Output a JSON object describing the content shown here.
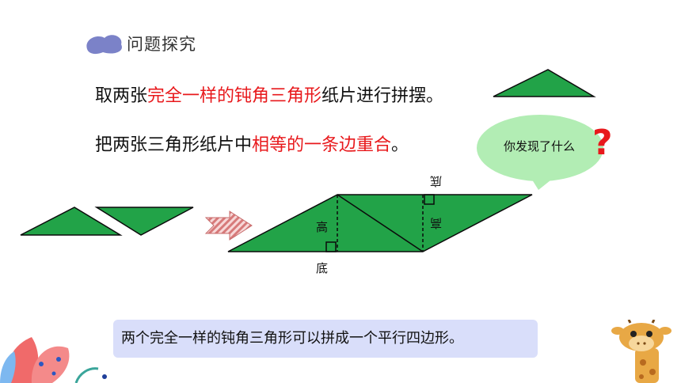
{
  "section_title": "问题探究",
  "line1": {
    "prefix": "取两张",
    "highlight": "完全一样的钝角三角形",
    "suffix": "纸片进行拼摆。"
  },
  "line2": {
    "prefix": "把两张三角形纸片中",
    "highlight": "相等的一条边重合",
    "suffix": "。"
  },
  "bubble": {
    "text": "你发现了什么",
    "mark": "?"
  },
  "diagram": {
    "height_label": "高",
    "base_label": "底",
    "height_label_rotated": "高",
    "base_label_rotated": "底"
  },
  "conclusion": "两个完全一样的钝角三角形可以拼成一个平行四边形。",
  "colors": {
    "triangle_fill": "#22a348",
    "bubble_fill": "#b2edb4",
    "highlight_text": "#e8191c",
    "box_fill": "#d9defa"
  }
}
